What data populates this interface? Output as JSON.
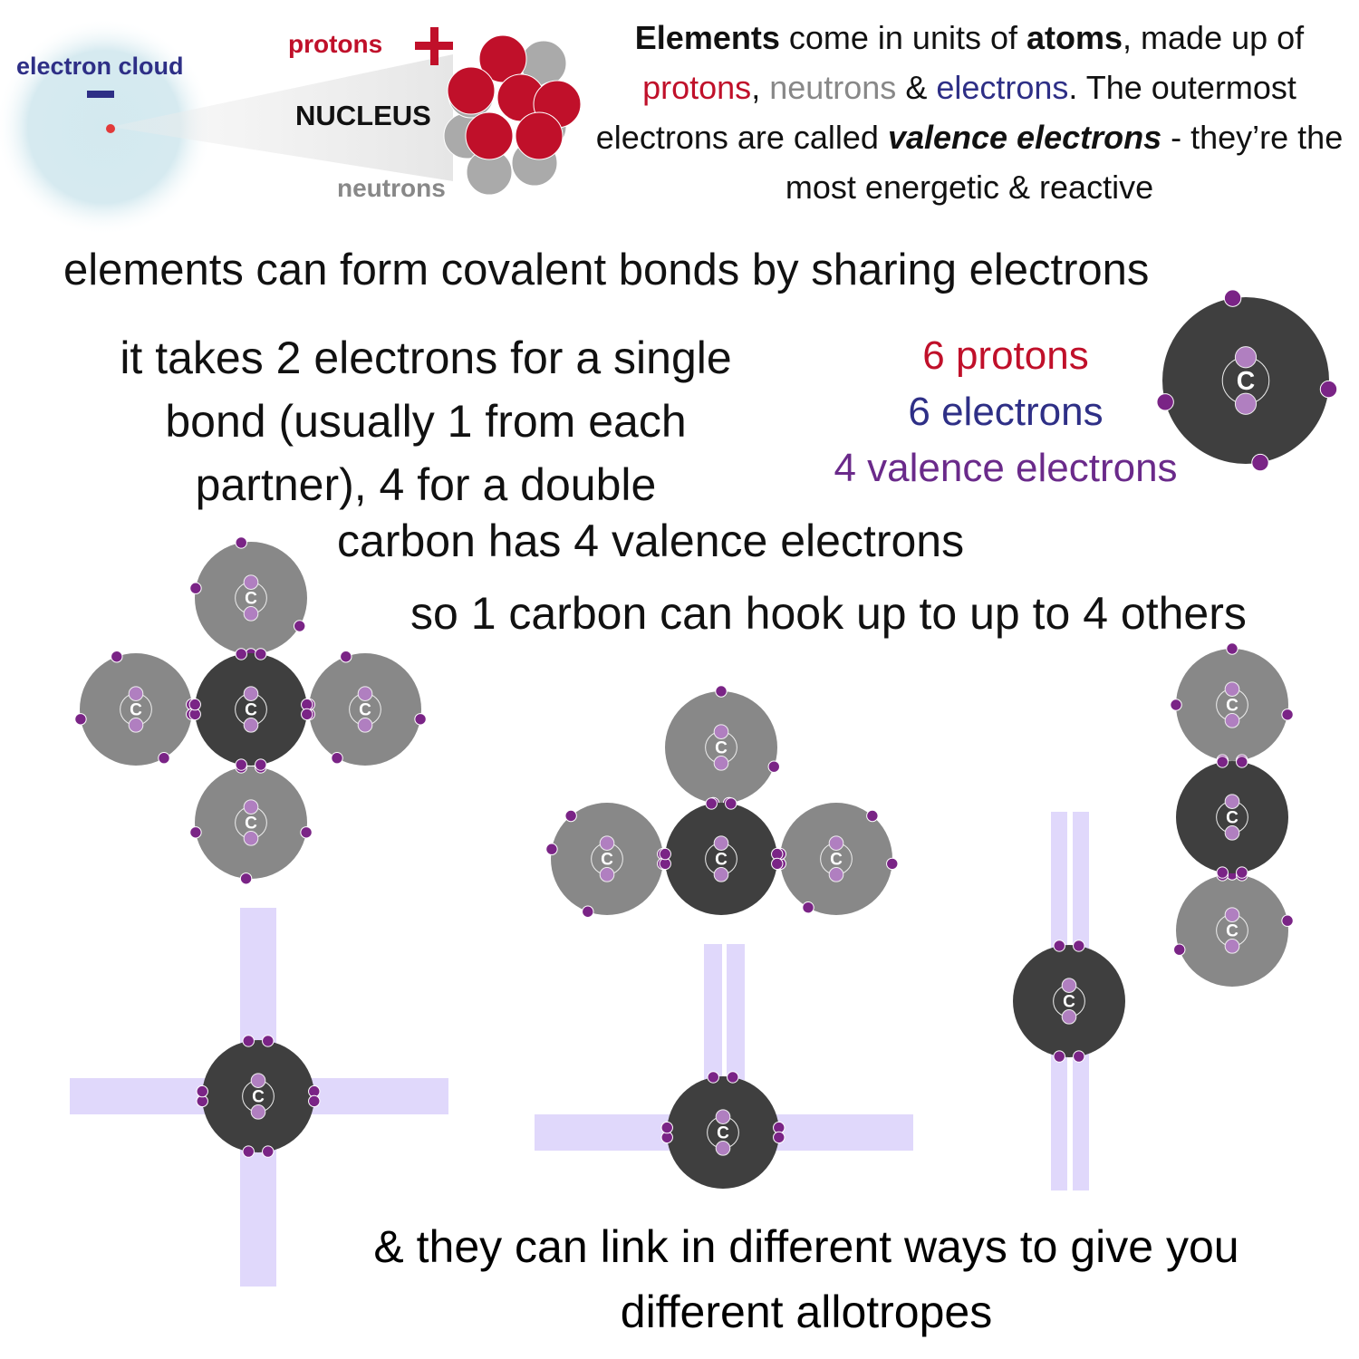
{
  "atom_model": {
    "electron_cloud_label": "electron cloud",
    "minus_sign": "−",
    "protons_label": "protons",
    "plus_sign": "+",
    "nucleus_label": "NUCLEUS",
    "neutrons_label": "neutrons"
  },
  "intro": {
    "w1": "Elements",
    "w2": " come in units of ",
    "w3": "atoms",
    "w4": ", made up of ",
    "w5": "protons",
    "w6": ", ",
    "w7": "neutrons",
    "w8": " & ",
    "w9": "electrons",
    "w10": ". The outermost electrons are called ",
    "w11": "valence electrons",
    "w12": " - they’re the most energetic & reactive"
  },
  "headline": "elements can form covalent bonds by sharing electrons",
  "bond_text": [
    "it takes 2 electrons for a single",
    "bond (usually 1 from each",
    "partner), 4 for a double"
  ],
  "carbon_facts": {
    "protons": "6 protons",
    "electrons": "6 electrons",
    "valence": "4 valence electrons"
  },
  "carbon_valence": "carbon has 4 valence electrons",
  "carbon_hookup": "so 1 carbon can hook up to up to 4 others",
  "allotropes_text": [
    "& they can link in different ways to give you",
    "different allotropes"
  ],
  "atom_symbol": "C",
  "colors": {
    "proton": "#c0102a",
    "neutron": "#aaaaaa",
    "electron_text": "#2e2f86",
    "valence": "#6a2a8a",
    "valence_dot": "#7a2486",
    "inner_dot": "#b07fc0",
    "dark_atom": "#3f3f3f",
    "gray_atom": "#888888",
    "bond": "#e0d8fb"
  }
}
